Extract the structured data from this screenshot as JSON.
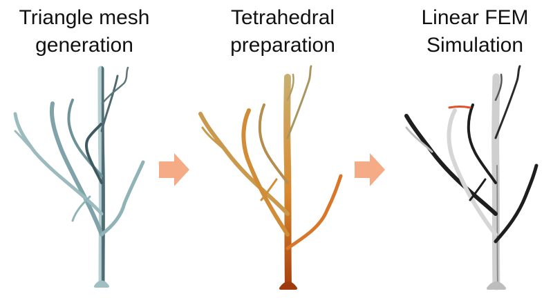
{
  "steps": [
    {
      "line1": "Triangle mesh",
      "line2": "generation"
    },
    {
      "line1": "Tetrahedral",
      "line2": "preparation"
    },
    {
      "line1": "Linear FEM",
      "line2": "Simulation"
    }
  ],
  "colors": {
    "arrow": "#F4AB86",
    "mesh_tree": "#8FB3B6",
    "mesh_tree_dark": "#3E5A60",
    "tet_tree_top": "#C8AF6E",
    "tet_tree_bottom": "#B84A12",
    "fem_tree_light": "#CFCFCF",
    "fem_tree_dark": "#1E1E1E",
    "fem_marker": "#E0502A"
  },
  "icons": [
    "tree-mesh-icon",
    "tree-tetrahedral-icon",
    "tree-fem-icon",
    "right-arrow-icon"
  ]
}
